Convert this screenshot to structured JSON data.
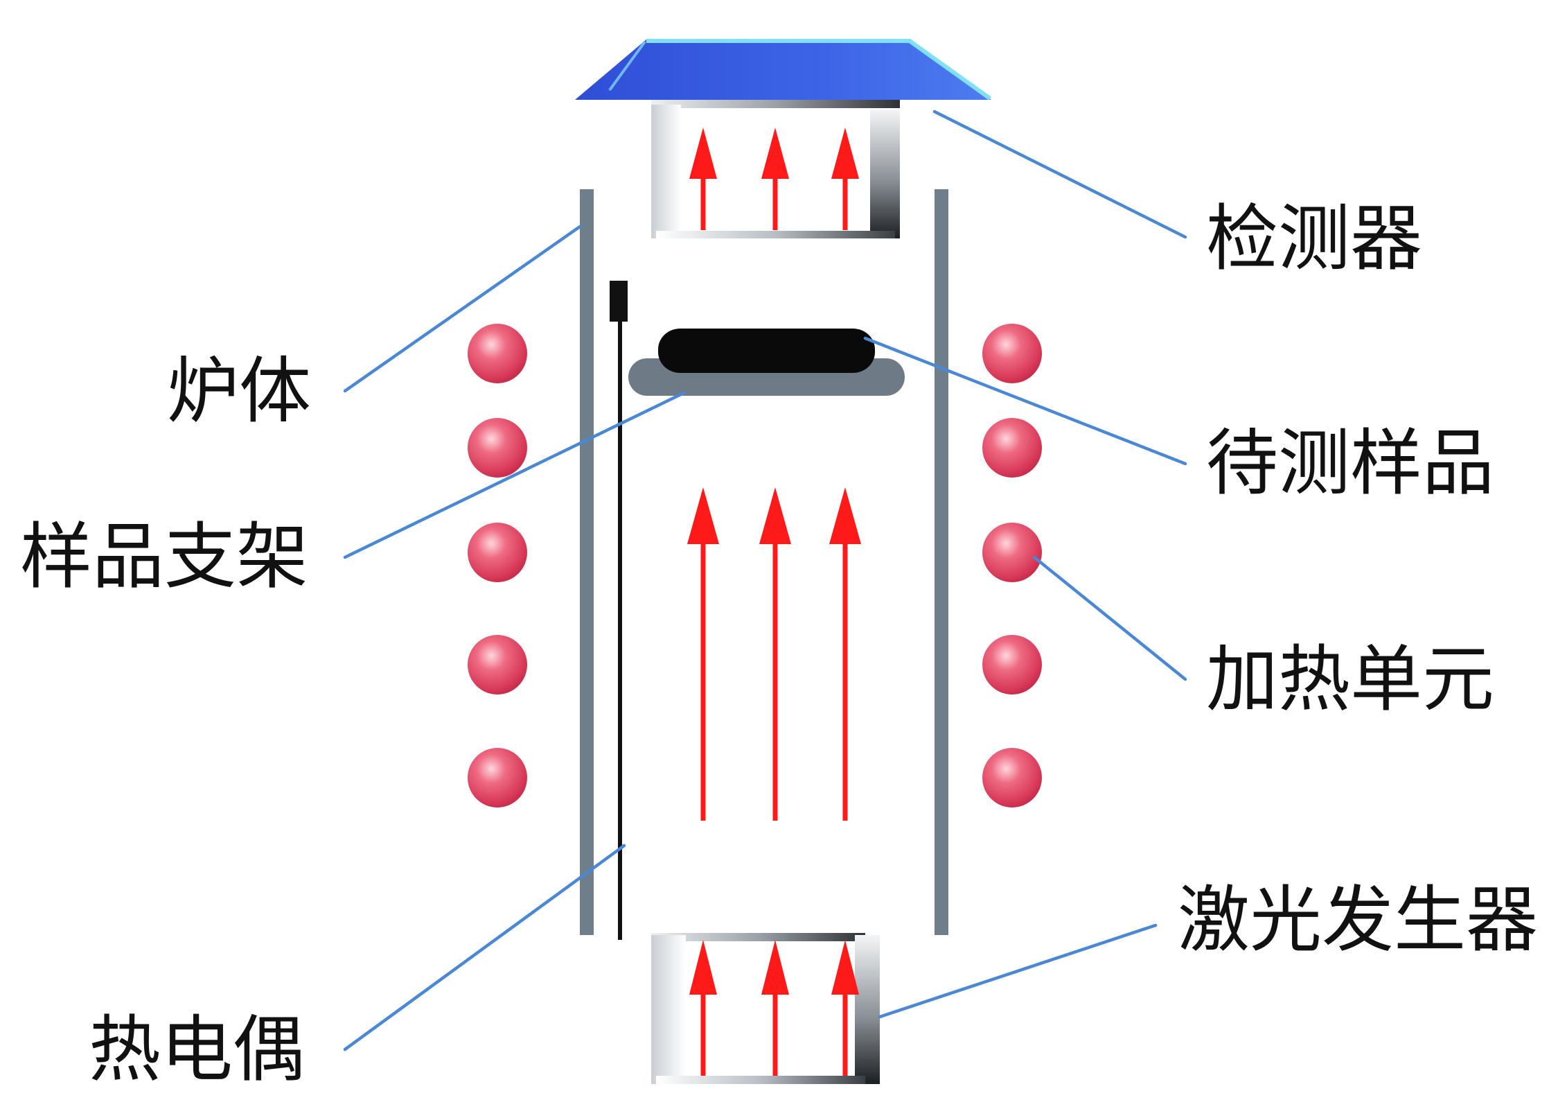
{
  "labels": {
    "detector": "检测器",
    "furnace": "炉体",
    "sample": "待测样品",
    "sample_holder": "样品支架",
    "heating_unit": "加热单元",
    "laser": "激光发生器",
    "thermocouple": "热电偶"
  },
  "colors": {
    "leader_line": "#4a88d6",
    "beam_arrow": "#ff1a1a",
    "furnace_wall": "#6f7e8b",
    "detector_plate": "#3a5fe0",
    "heating_ball": "#e04a64",
    "sample": "#0a0a0a",
    "sample_holder": "#6e7a86"
  }
}
